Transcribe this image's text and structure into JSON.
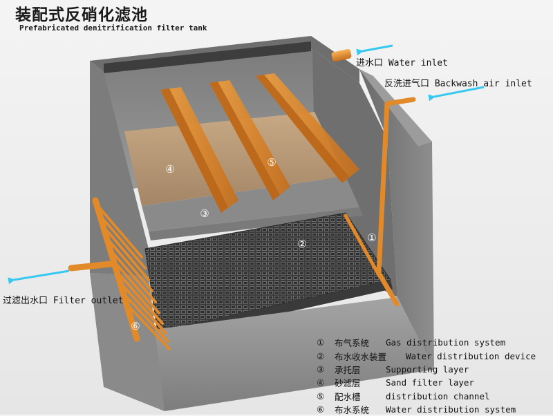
{
  "title": {
    "cn": "装配式反硝化滤池",
    "en": "Prefabricated denitrification filter tank"
  },
  "callouts": {
    "water_inlet": "进水口 Water inlet",
    "air_inlet": "反洗进气口 Backwash air inlet",
    "filter_outlet": "过滤出水口 Filter outlet"
  },
  "markers": [
    "①",
    "②",
    "③",
    "④",
    "⑤",
    "⑥"
  ],
  "legend": [
    {
      "num": "①",
      "cn": "布气系统",
      "en": "Gas distribution system"
    },
    {
      "num": "②",
      "cn": "布水收水装置",
      "en": "Water distribution device"
    },
    {
      "num": "③",
      "cn": "承托层",
      "en": "Supporting layer"
    },
    {
      "num": "④",
      "cn": "砂滤层",
      "en": "Sand filter layer"
    },
    {
      "num": "⑤",
      "cn": "配水槽",
      "en": "distribution channel"
    },
    {
      "num": "⑥",
      "cn": "布水系统",
      "en": "Water distribution system"
    }
  ],
  "colors": {
    "concrete_dark": "#5b5b5b",
    "concrete": "#8c8c8c",
    "concrete_light": "#a8a8a8",
    "sand": "#b99a78",
    "support": "#8f8f8f",
    "pipe": "#e28a2a",
    "arrow": "#35c8f0",
    "grate": "#4a4a4a"
  }
}
